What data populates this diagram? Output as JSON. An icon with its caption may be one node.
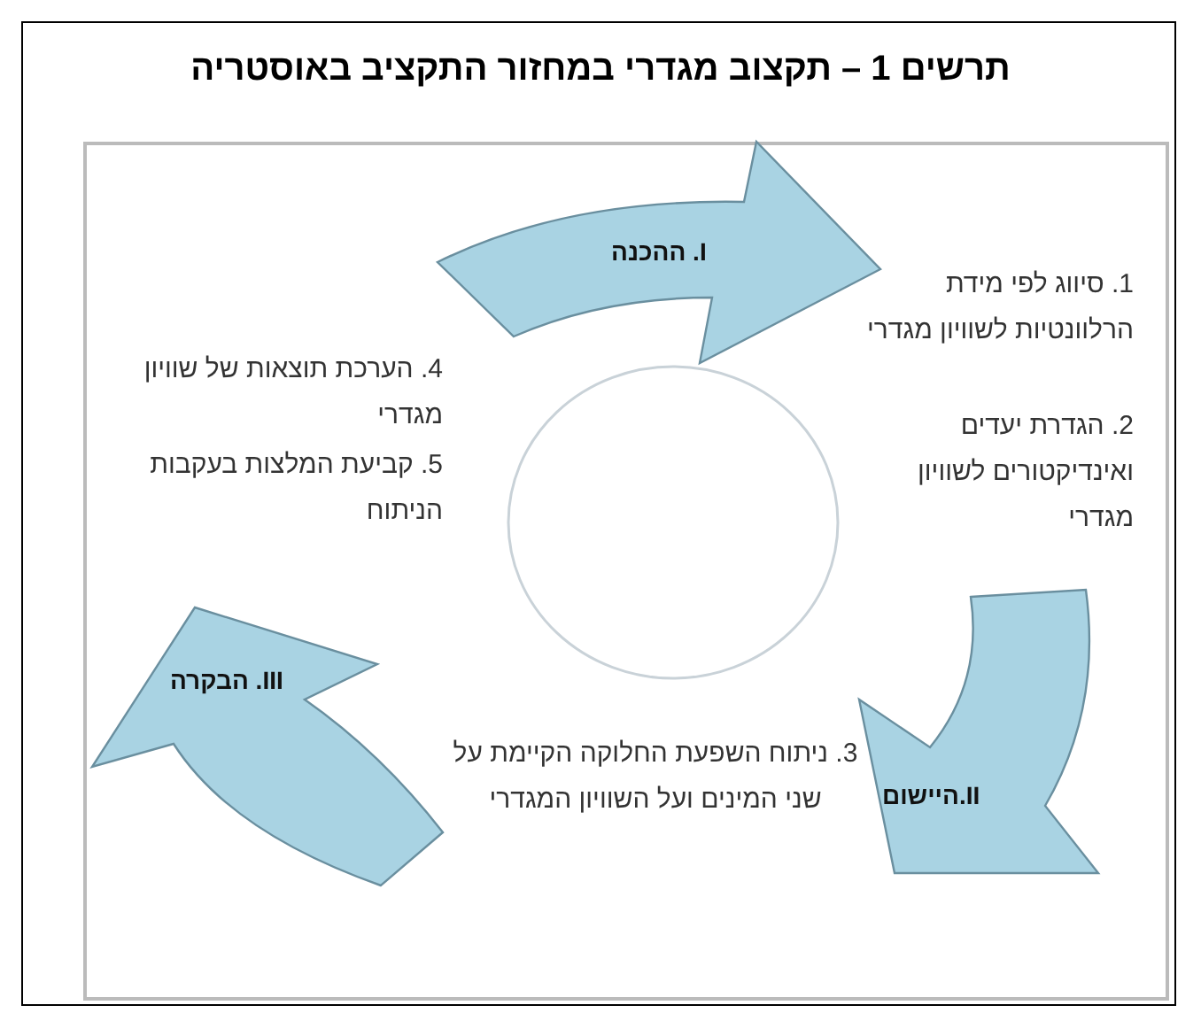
{
  "diagram": {
    "title": "תרשים 1 – תקצוב מגדרי במחזור התקציב באוסטריה",
    "nodes": [
      {
        "text": [
          "I. ההכנה"
        ]
      },
      {
        "text": [
          "II.היישום"
        ]
      },
      {
        "text": [
          "III. הבקרה"
        ]
      },
      {
        "text": [],
        "shape": "circle"
      }
    ],
    "labels": [
      "1. סיווג לפי מידת הרלוונטיות לשוויון מגדרי",
      "2. הגדרת יעדים ואינדיקטורים לשוויון מגדרי",
      "3. ניתוח השפעת החלוקה הקיימת על שני המינים ועל השוויון המגדרי",
      "4. הערכת תוצאות של שוויון מגדרי",
      "5. קביעת המלצות בעקבות הניתוח"
    ]
  }
}
